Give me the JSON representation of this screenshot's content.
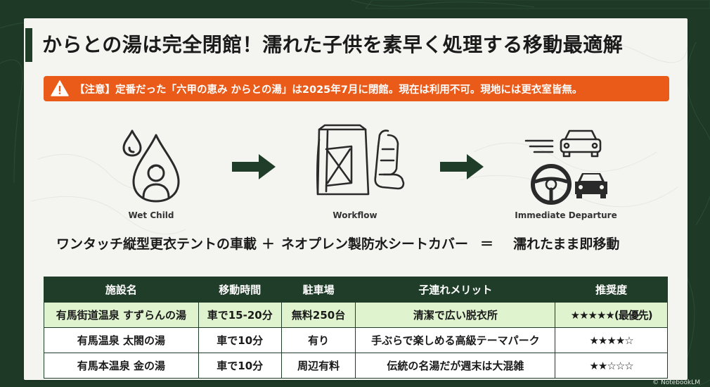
{
  "title": "からとの湯は完全閉館！濡れた子供を素早く処理する移動最適解",
  "warning": {
    "text": "【注意】定番だった「六甲の恵み からとの湯」は2025年7月に閉館。現在は利用不可。現地には更衣室皆無。",
    "icon": "warning-triangle-icon"
  },
  "flow": [
    {
      "label": "Wet Child",
      "icon": "wet-child-drop-icon"
    },
    {
      "label": "Workflow",
      "icon": "tent-and-seat-icon"
    },
    {
      "label": "Immediate Departure",
      "icon": "steering-wheel-cars-icon"
    }
  ],
  "formula": {
    "part1": "ワンタッチ縦型更衣テントの車載",
    "plus": "＋",
    "part2": "ネオプレン製防水シートカバー",
    "equals": "＝",
    "result": "濡れたまま即移動"
  },
  "table": {
    "headers": [
      "施設名",
      "移動時間",
      "駐車場",
      "子連れメリット",
      "推奨度"
    ],
    "rows": [
      [
        "有馬街道温泉 すずらんの湯",
        "車で15-20分",
        "無料250台",
        "清潔で広い脱衣所",
        "★★★★★(最優先)"
      ],
      [
        "有馬温泉 太閤の湯",
        "車で10分",
        "有り",
        "手ぶらで楽しめる高級テーマパーク",
        "★★★★☆"
      ],
      [
        "有馬本温泉 金の湯",
        "車で10分",
        "周辺有料",
        "伝統の名湯だが週末は大混雑",
        "★★☆☆☆"
      ]
    ]
  },
  "footer": "© NotebookLM",
  "colors": {
    "dark_green": "#1f3d28",
    "warning_orange": "#ea5a18",
    "highlight_green": "#dff3cf"
  }
}
